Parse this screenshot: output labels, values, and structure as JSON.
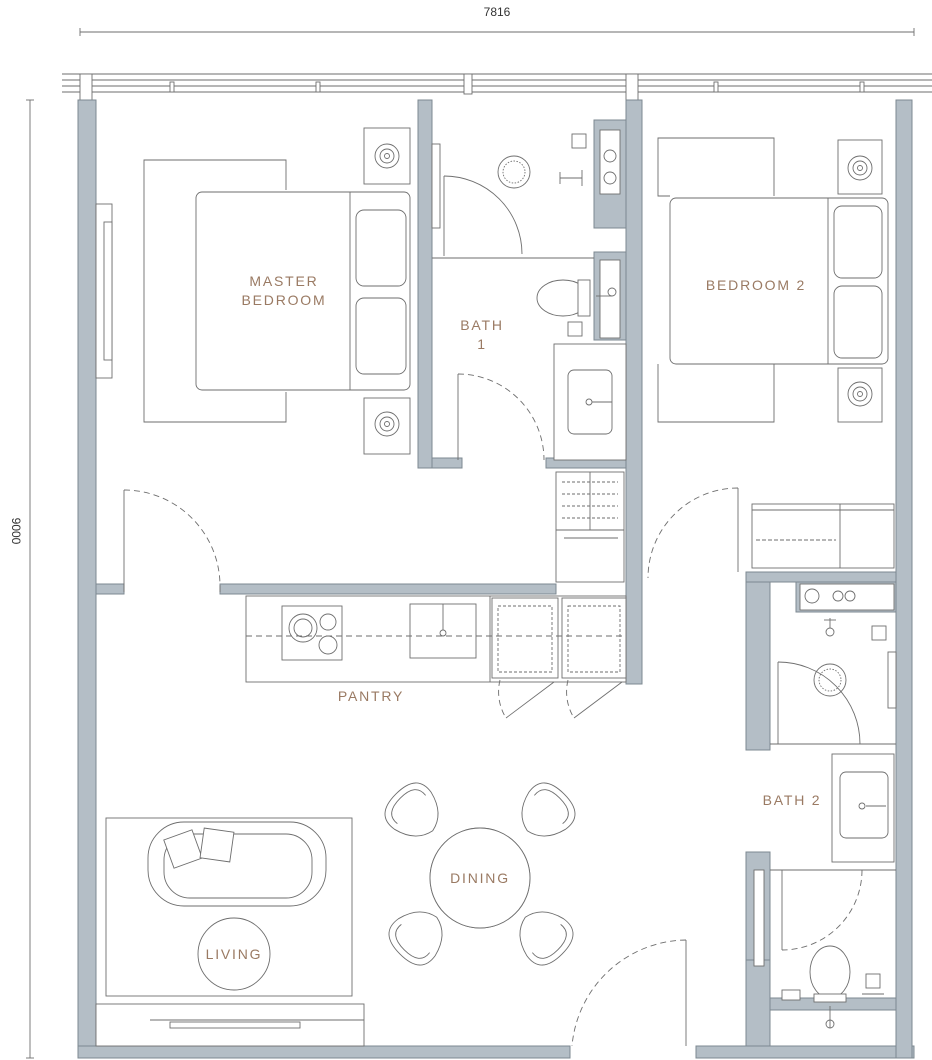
{
  "dimensions": {
    "width": "7816",
    "height": "9000"
  },
  "rooms": {
    "master_bedroom": [
      "MASTER",
      "BEDROOM"
    ],
    "bath1": [
      "BATH",
      "1"
    ],
    "bedroom2": "BEDROOM 2",
    "pantry": "PANTRY",
    "bath2": "BATH 2",
    "dining": "DINING",
    "living": "LIVING"
  },
  "colors": {
    "wall": "#b4bec6",
    "label": "#9a7a63",
    "line": "#6e6e6e"
  }
}
